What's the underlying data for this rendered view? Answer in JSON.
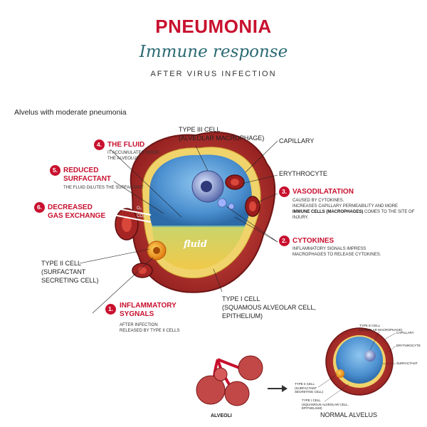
{
  "header": {
    "title": "PNEUMONIA",
    "subtitle": "Immune response",
    "subsubtitle": "AFTER VIRUS INFECTION"
  },
  "main_caption": "Alvelus with moderate pneumonia",
  "labels": {
    "type3_line1": "TYPE III CELL",
    "type3_line2": "(ALVEOLAR MACROPHAGE)",
    "capillary": "CAPILLARY",
    "erythrocyte": "ERYTHROCYTE",
    "type2_line1": "TYPE II CELL",
    "type2_line2": "(SURFACTANT",
    "type2_line3": "SECRETING CELL)",
    "type1_line1": "TYPE I CELL",
    "type1_line2": "(SQUAMOUS ALVEOLAR CELL,",
    "type1_line3": "EPITHELIUM)",
    "fluid": "fluid",
    "o2": "O₂",
    "co2": "CO₂"
  },
  "callouts": {
    "c1": {
      "num": "1.",
      "title1": "INFLAMMATORY",
      "title2": "SYGNALS",
      "desc1": "AFTER INFECTION",
      "desc2": "RELEASED BY TYPE II CELLS"
    },
    "c2": {
      "num": "2.",
      "title": "CYTOKINES",
      "desc1": "INFLAMMATORY SIGNALS IMPRESS",
      "desc2": "MACROPHAGES TO RELEASE CYTOKINES."
    },
    "c3": {
      "num": "3.",
      "title": "VASODILATATION",
      "desc1": "CAUSED BY CYTOKINES.",
      "desc2": "INCREASES CAPILLARY PERMEABILITY AND MORE",
      "desc3": "IMMUNE CELLS (MACROPHAGES)",
      "desc4": " COMES TO THE SITE OF INJURY."
    },
    "c4": {
      "num": "4.",
      "title": "THE FLUID",
      "desc1": "IT ACCUMULATES INSIDE",
      "desc2": "THE ALVEOLUS"
    },
    "c5": {
      "num": "5.",
      "title1": "REDUCED",
      "title2": "SURFACTANT",
      "desc1": "THE FLUID DILUTES THE SURFACTANT"
    },
    "c6": {
      "num": "6.",
      "title1": "DECREASED",
      "title2": "GAS EXCHANGE"
    }
  },
  "normal": {
    "type3_line1": "TYPE III CELL",
    "type3_line2": "(ALVEOLAR MACROPHAGE)",
    "capillary": "CAPILLARY",
    "erythrocyte": "ERYTHROCYTE",
    "surfactant": "SURFACTANT",
    "type2_line1": "TYPE II CELL",
    "type2_line2": "(SURFACTANT",
    "type2_line3": "SECRETING CELL)",
    "type1_line1": "TYPE I CELL",
    "type1_line2": "(SQUAMOUS ALVEOLAR CELL,",
    "type1_line3": "EPITHELIUM)",
    "caption": "NORMAL ALVELUS"
  },
  "alveoli_caption": "ALVEOLI",
  "colors": {
    "accent_red": "#c8102e",
    "teal": "#2b6a73",
    "tissue": "#b52a2a",
    "fluid_blue": "#5b9fd8",
    "fluid_yellow": "#e9d36a"
  }
}
